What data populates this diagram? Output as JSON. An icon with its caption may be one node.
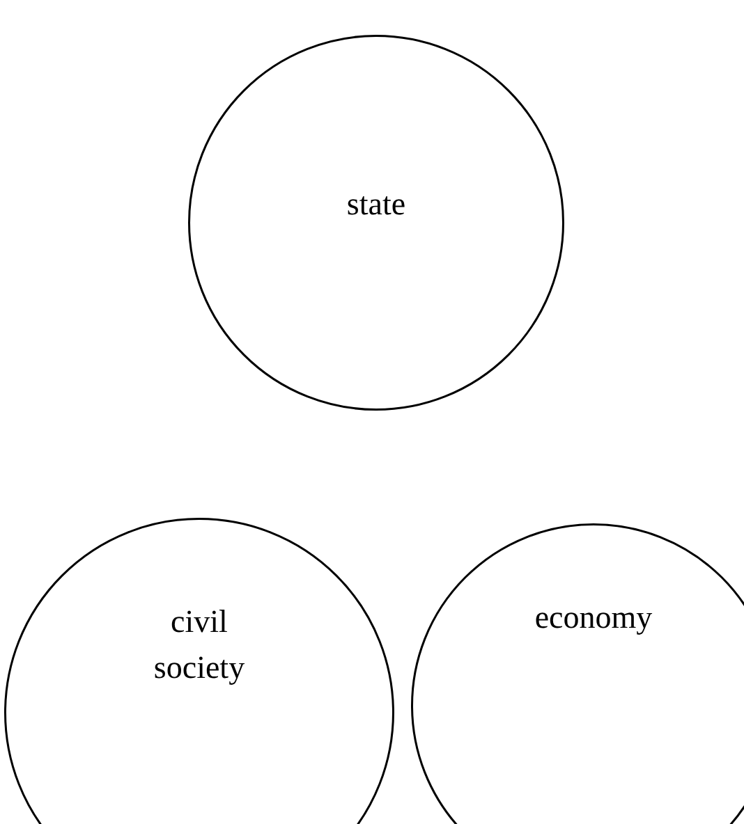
{
  "diagram": {
    "nodes": [
      {
        "text": [
          "state"
        ]
      },
      {
        "text": [
          "civil society"
        ]
      },
      {
        "text": [
          "economy"
        ]
      }
    ]
  }
}
